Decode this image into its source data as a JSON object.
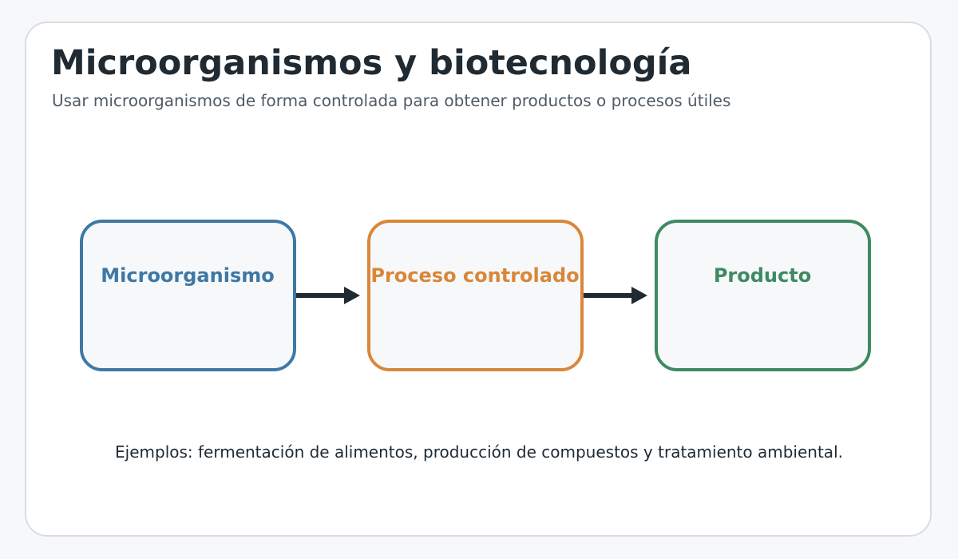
{
  "header": {
    "title": "Microorganismos y biotecnología",
    "subtitle": "Usar microorganismos de forma controlada para obtener productos o procesos útiles"
  },
  "diagram": {
    "nodes": [
      {
        "id": "microorganismo",
        "label": "Microorganismo",
        "color": "#3e78a5"
      },
      {
        "id": "proceso",
        "label": "Proceso controlado",
        "color": "#d9873a"
      },
      {
        "id": "producto",
        "label": "Producto",
        "color": "#3e8a62"
      }
    ],
    "edges": [
      {
        "from": "microorganismo",
        "to": "proceso"
      },
      {
        "from": "proceso",
        "to": "producto"
      }
    ],
    "node_fill": "#f6f8fa",
    "arrow_color": "#1f2a33"
  },
  "footer": {
    "text": "Ejemplos: fermentación de alimentos, producción de compuestos y tratamiento ambiental."
  }
}
